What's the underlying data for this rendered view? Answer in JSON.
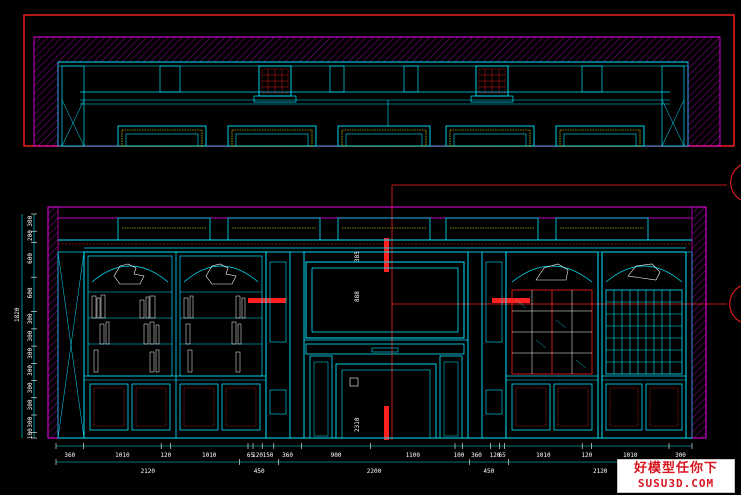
{
  "colors": {
    "background": "#000000",
    "cyan": "#00e5ff",
    "red": "#ff2020",
    "magenta": "#ff00ff",
    "yellow": "#ffff00",
    "white": "#ffffff",
    "watermark_text": "#d8141f"
  },
  "dimensions": {
    "bottom_row1": [
      "360",
      "1010",
      "120",
      "1010",
      "65",
      "120",
      "150",
      "360",
      "900",
      "1100",
      "100",
      "360",
      "120",
      "65",
      "1010",
      "120",
      "1010",
      "300"
    ],
    "bottom_row2": [
      "2120",
      "450",
      "2200",
      "450",
      "2120"
    ],
    "left_column": [
      "300",
      "200",
      "600",
      "600",
      "300",
      "300",
      "300",
      "300",
      "300",
      "300",
      "300",
      "100"
    ],
    "left_total": "1820",
    "center_labels": [
      "385",
      "888",
      "2310"
    ]
  },
  "watermark": {
    "line1": "好模型任你下",
    "line2": "SUSU3D.COM"
  }
}
